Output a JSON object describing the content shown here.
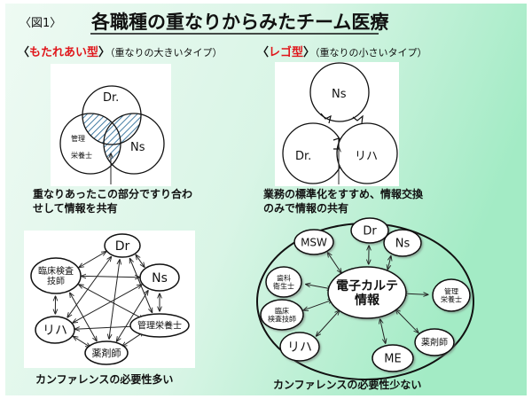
{
  "figure_label": "〈図1〉",
  "title": "各職種の重なりからみたチーム医療",
  "left": {
    "type_open": "〈",
    "type_name": "もたれあい型",
    "type_close": "〉",
    "type_note": "（重なりの大きいタイプ）",
    "venn": {
      "dr": "Dr.",
      "nutrition_1": "管理",
      "nutrition_2": "栄養士",
      "ns": "Ns"
    },
    "caption_1": "重なりあったこの部分ですり合わ",
    "caption_2": "せして情報を共有",
    "network": {
      "dr": "Dr",
      "ns": "Ns",
      "lab_1": "臨床検査",
      "lab_2": "技師",
      "rehab": "リハ",
      "nutrition": "管理栄養士",
      "pharmacist": "薬剤師"
    },
    "network_caption": "カンファレンスの必要性多い"
  },
  "right": {
    "type_open": "〈",
    "type_name": "レゴ型",
    "type_close": "〉",
    "type_note": "（重なりの小さいタイプ）",
    "lego": {
      "ns": "Ns",
      "dr": "Dr.",
      "rehab": "リハ"
    },
    "caption_1": "業務の標準化をすすめ、情報交換",
    "caption_2": "のみで情報の共有",
    "network": {
      "center_1": "電子カルテ",
      "center_2": "情報",
      "dr": "Dr",
      "msw": "MSW",
      "ns": "Ns",
      "dental_1": "歯科",
      "dental_2": "衛生士",
      "nutrition_1": "管理",
      "nutrition_2": "栄養士",
      "lab_1": "臨床",
      "lab_2": "検査技師",
      "rehab": "リハ",
      "me": "ME",
      "pharmacist": "薬剤師"
    },
    "network_caption": "カンファレンスの必要性少ない"
  },
  "colors": {
    "accent_red": "#e0161b",
    "hatch": "#2f6f9a",
    "bg_left": "#eefaf3",
    "bg_right": "#a8ecc8"
  }
}
